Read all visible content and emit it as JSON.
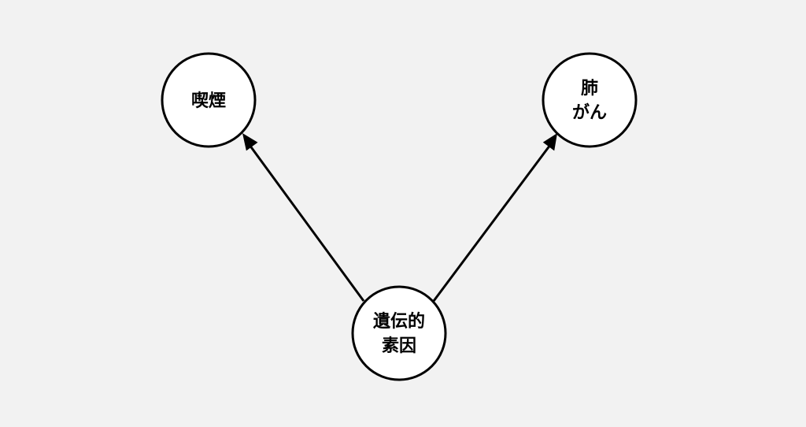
{
  "nodes": {
    "smoking": {
      "lines": [
        "喫煙"
      ]
    },
    "lung_cancer": {
      "lines": [
        "肺",
        "がん"
      ]
    },
    "genetic_factor": {
      "lines": [
        "遺伝的",
        "素因"
      ]
    }
  },
  "edges": [
    {
      "from": "genetic_factor",
      "to": "smoking"
    },
    {
      "from": "genetic_factor",
      "to": "lung_cancer"
    }
  ],
  "colors": {
    "background": "#f2f2f2",
    "node_fill": "#ffffff",
    "stroke": "#000000",
    "text": "#000000"
  }
}
